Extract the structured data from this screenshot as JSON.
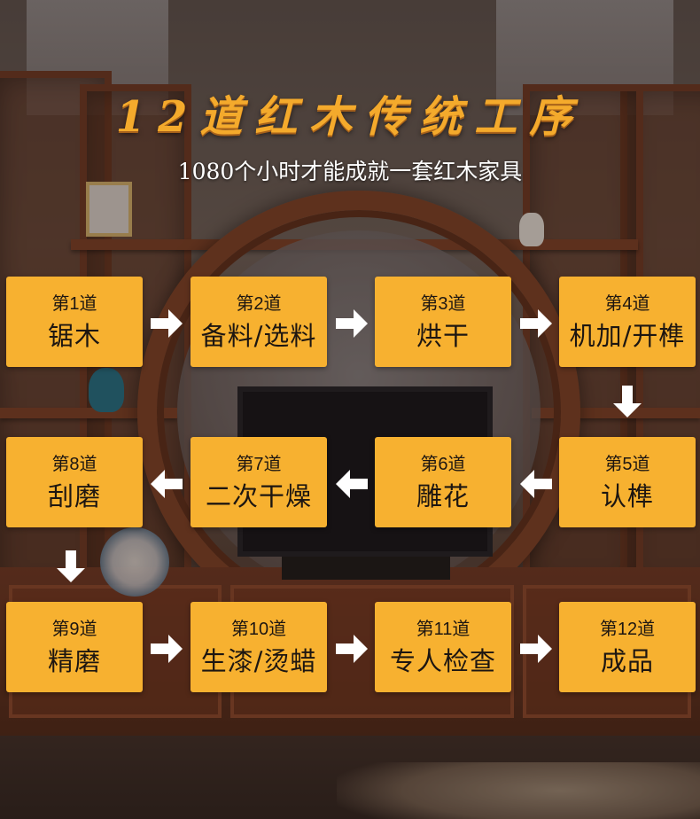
{
  "headline": {
    "title": "12道红木传统工序",
    "subtitle": "1080个小时才能成就一套红木家具"
  },
  "colors": {
    "card": "#f7b130",
    "title": "#f4aa2c",
    "arrow": "#ffffff"
  },
  "steps": [
    {
      "no": "第1道",
      "name": "锯木"
    },
    {
      "no": "第2道",
      "name": "备料/选料"
    },
    {
      "no": "第3道",
      "name": "烘干"
    },
    {
      "no": "第4道",
      "name": "机加/开榫"
    },
    {
      "no": "第5道",
      "name": "认榫"
    },
    {
      "no": "第6道",
      "name": "雕花"
    },
    {
      "no": "第7道",
      "name": "二次干燥"
    },
    {
      "no": "第8道",
      "name": "刮磨"
    },
    {
      "no": "第9道",
      "name": "精磨"
    },
    {
      "no": "第10道",
      "name": "生漆/烫蜡"
    },
    {
      "no": "第11道",
      "name": "专人检查"
    },
    {
      "no": "第12道",
      "name": "成品"
    }
  ],
  "arrow_icons": [
    "arrow-right-icon",
    "arrow-down-icon",
    "arrow-left-icon"
  ]
}
